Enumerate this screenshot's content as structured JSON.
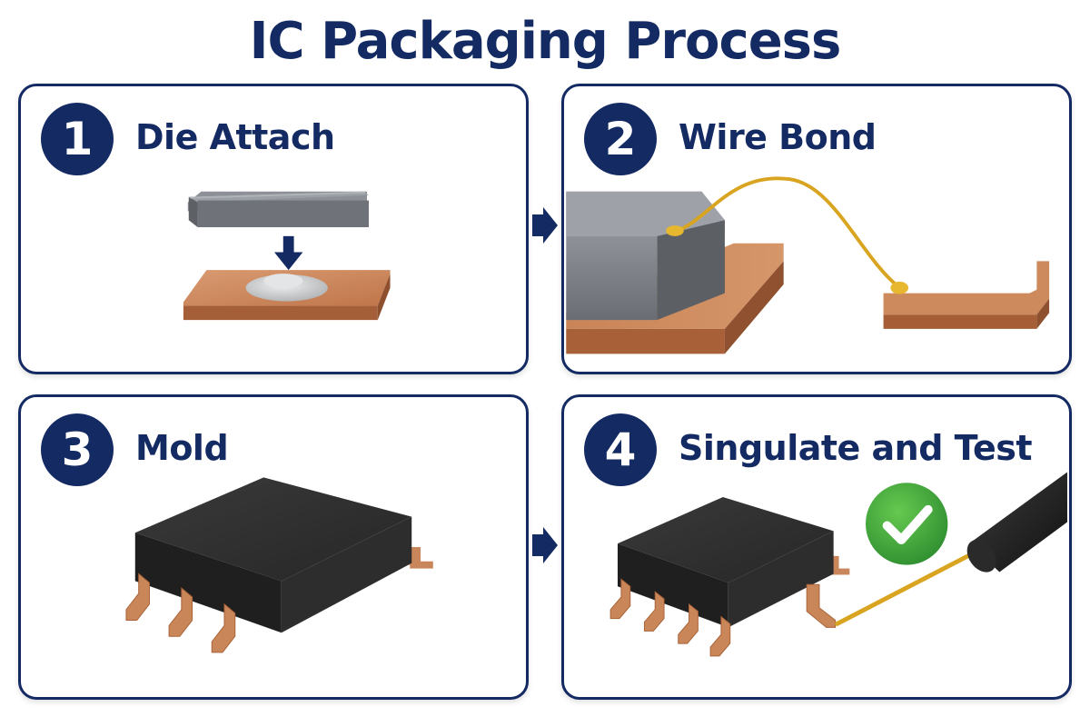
{
  "title": "IC Packaging Process",
  "steps": [
    {
      "number": "1",
      "label": "Die Attach"
    },
    {
      "number": "2",
      "label": "Wire Bond"
    },
    {
      "number": "3",
      "label": "Mold"
    },
    {
      "number": "4",
      "label": "Singulate and Test"
    }
  ],
  "icons": [
    "arrow-down-icon",
    "flow-arrow-right-icon",
    "check-icon"
  ],
  "colors": {
    "primary": "#132a63",
    "copper": "#c77f55",
    "die": "#868b91",
    "mold": "#2b2b2b",
    "gold": "#d9a521",
    "check": "#3aa53a"
  }
}
